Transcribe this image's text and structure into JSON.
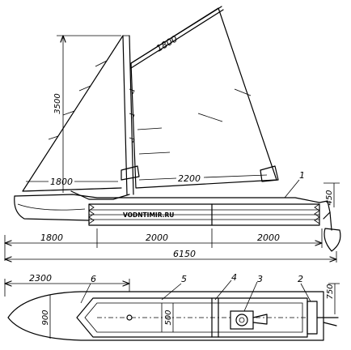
{
  "watermark": "VODNTIMIR.RU",
  "dimensions": {
    "mast_height": "3500",
    "gaff": "1800",
    "foot_front": "1800",
    "foot_main": "2200",
    "height_450": "450",
    "seg_1": "1800",
    "seg_2": "2000",
    "seg_3": "2000",
    "overall": "6150",
    "plan_2300": "2300",
    "plan_900": "900",
    "plan_500": "500",
    "plan_750": "750"
  },
  "callouts": {
    "c1": "1",
    "c2": "2",
    "c3": "3",
    "c4": "4",
    "c5": "5",
    "c6": "6"
  }
}
